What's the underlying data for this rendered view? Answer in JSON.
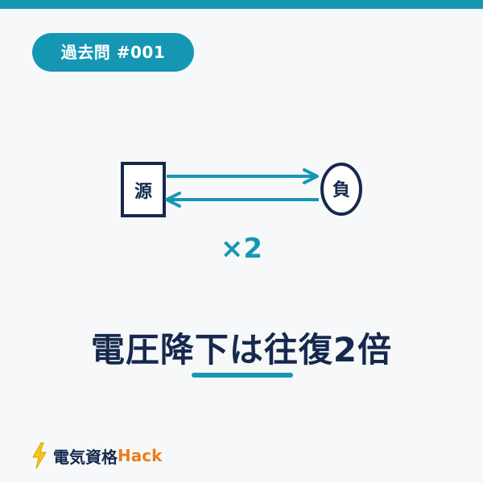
{
  "header": {
    "badge_text": "過去問 #001"
  },
  "diagram": {
    "source_label": "源",
    "load_label": "負",
    "multiplier_label": "×2"
  },
  "headline": {
    "text": "電圧降下は往復2倍"
  },
  "footer": {
    "brand_main": "電気資格",
    "brand_accent": "Hack"
  },
  "colors": {
    "accent": "#1597b4",
    "navy": "#15294d",
    "orange": "#f07b1e",
    "background": "#f7f8f9",
    "bolt": "#f5c518"
  }
}
